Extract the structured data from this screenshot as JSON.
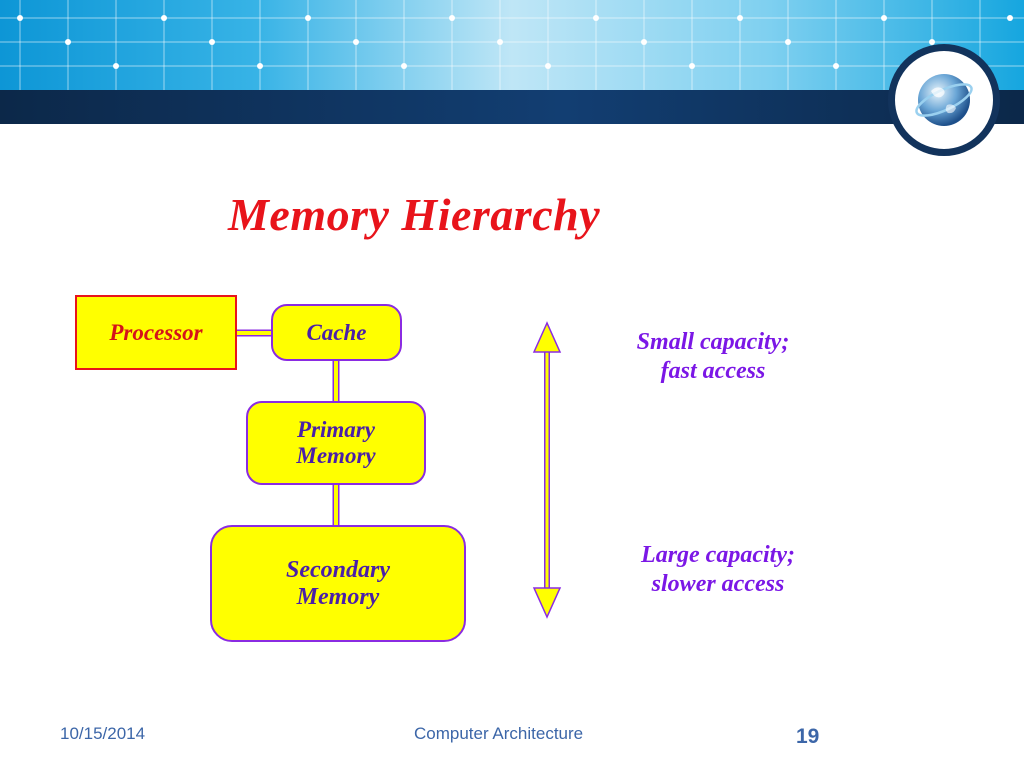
{
  "slide": {
    "title": "Memory Hierarchy",
    "logo_icon": "globe-icon"
  },
  "diagram": {
    "processor": "Processor",
    "cache": "Cache",
    "primary": "Primary\nMemory",
    "secondary": "Secondary\nMemory",
    "arrow_icon": "double-headed-vertical-arrow-icon",
    "top_note": "Small capacity;\nfast access",
    "bottom_note": "Large capacity;\nslower access"
  },
  "colors": {
    "title": "#e8141b",
    "box_fill": "#ffff00",
    "processor_border": "#e8141b",
    "box_border": "#8a2be2",
    "note_text": "#7b17e6",
    "banner_dark": "#0c2849",
    "footer_text": "#3c66a8"
  },
  "footer": {
    "date": "10/15/2014",
    "course": "Computer Architecture",
    "page": "19"
  }
}
